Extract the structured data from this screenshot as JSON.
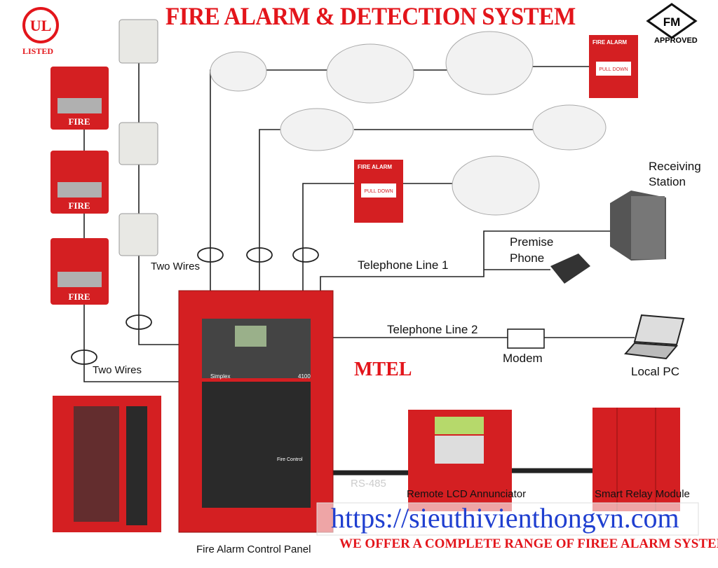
{
  "title": "FIRE ALARM & DETECTION SYSTEM",
  "logos": {
    "ul": "UL",
    "ul_listed": "LISTED",
    "fm": "FM",
    "fm_approved": "APPROVED"
  },
  "labels": {
    "two_wires_1": "Two Wires",
    "two_wires_2": "Two Wires",
    "receiving_station": [
      "Receiving",
      "Station"
    ],
    "premise_phone": [
      "Premise",
      "Phone"
    ],
    "telephone_line_1": "Telephone Line 1",
    "telephone_line_2": "Telephone Line 2",
    "modem": "Modem",
    "local_pc": "Local PC",
    "brand": "MTEL",
    "control_panel": "Fire Alarm Control Panel",
    "remote_lcd": "Remote LCD Annunciator",
    "relay_module": "Smart Relay Module",
    "rs485": "RS-485"
  },
  "device_text": {
    "strobe": "FIRE",
    "pull_station": "FIRE ALARM",
    "pull_down": "PULL DOWN",
    "panel_brand": "Simplex",
    "panel_model": "4100",
    "fire_control": "Fire Control"
  },
  "watermark": {
    "url": "https://sieuthivienthongvn.com",
    "tagline": "WE OFFER A COMPLETE RANGE OF FIREE ALARM SYSTEM"
  },
  "colors": {
    "accent": "#e3151b",
    "device_red": "#d41f22",
    "link": "#1f3fd0"
  }
}
